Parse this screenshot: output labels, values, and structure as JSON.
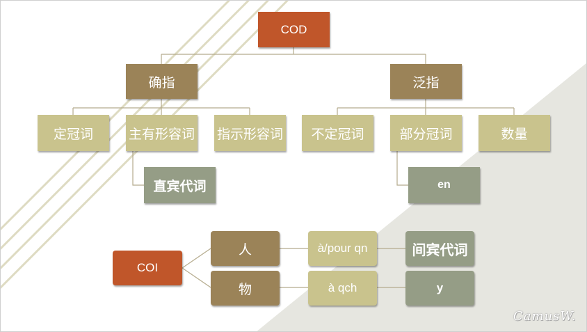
{
  "colors": {
    "orange": "#c0562a",
    "brown": "#9b8358",
    "sand": "#c9c38d",
    "sage": "#959d86",
    "stripe": "#dedbc2",
    "band": "#e6e6e0"
  },
  "cod": {
    "root": "COD",
    "definite": {
      "label": "确指",
      "children": [
        "定冠词",
        "主有形容词",
        "指示形容词"
      ],
      "pronoun": "直宾代词"
    },
    "general": {
      "label": "泛指",
      "children": [
        "不定冠词",
        "部分冠词",
        "数量"
      ],
      "pronoun": "en"
    }
  },
  "coi": {
    "root": "COI",
    "branches": [
      {
        "label": "人",
        "prep": "à/pour qn",
        "pronoun": "间宾代词"
      },
      {
        "label": "物",
        "prep": "à qch",
        "pronoun": "y"
      }
    ]
  },
  "signature": "CamusW."
}
